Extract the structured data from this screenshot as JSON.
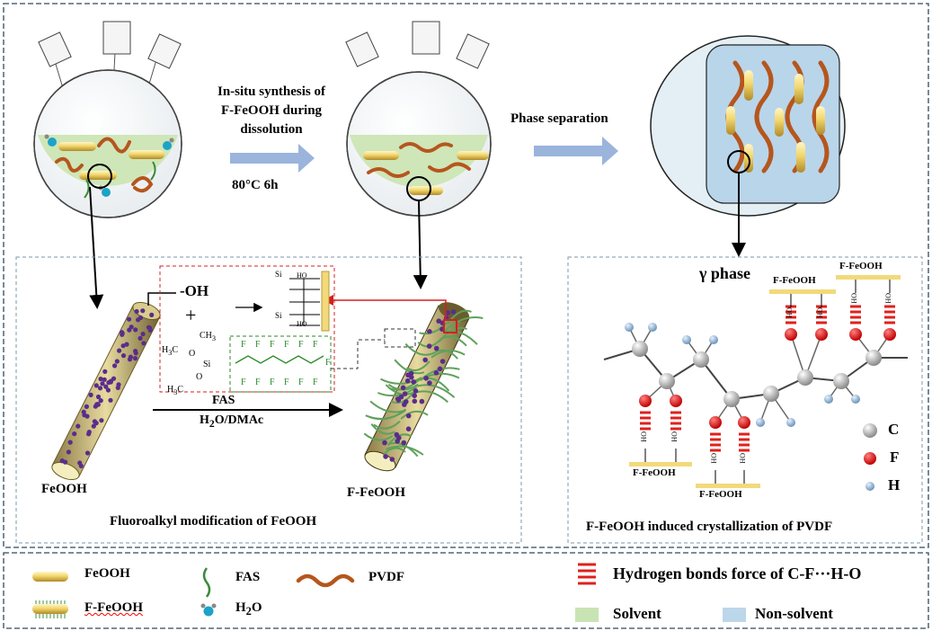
{
  "steps": {
    "step1": [
      "In-situ synthesis of",
      "F-FeOOH during",
      "dissolution"
    ],
    "condition": "80°C 6h",
    "step2": "Phase separation"
  },
  "left_panel": {
    "oh": "-OH",
    "plus": "+",
    "reagent": "FAS",
    "solvent": "H2O/DMAc",
    "before": "FeOOH",
    "after": "F-FeOOH",
    "caption": "Fluoroalkyl modification of FeOOH",
    "methoxy_top": "CH3",
    "methoxy_left": "H3C",
    "methoxy_bottom": "H3C",
    "si": "Si",
    "o": "O",
    "f": "F",
    "ho": "HO",
    "si_o": "Si"
  },
  "right_panel": {
    "phase": "γ phase",
    "ffeooh": "F-FeOOH",
    "ho": "HO",
    "caption": "F-FeOOH induced crystallization of PVDF",
    "atoms": {
      "c": "C",
      "f": "F",
      "h": "H"
    }
  },
  "legend": {
    "feooh": "FeOOH",
    "f_feooh": "F-FeOOH",
    "fas": "FAS",
    "h2o": "H2O",
    "pvdf": "PVDF",
    "hbond": "Hydrogen bonds force of C-F···H-O",
    "solvent": "Solvent",
    "nonsolvent": "Non-solvent"
  },
  "colors": {
    "rod": "#e9d27a",
    "pvdf": "#b5561d",
    "fas": "#3a8a3a",
    "solvent": "#c9e4b4",
    "nonsolvent": "#bcd6ea",
    "arrow": "#9ab4dc",
    "hbond": "#e0201c",
    "fluorine": "#d4141c"
  }
}
